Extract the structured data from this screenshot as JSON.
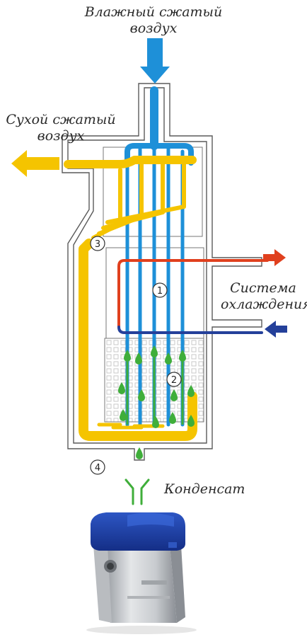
{
  "labels": {
    "wet_air_line1": "Влажный сжатый",
    "wet_air_line2": "воздух",
    "dry_air_line1": "Сухой сжатый",
    "dry_air_line2": "воздух",
    "cooling_line1": "Система",
    "cooling_line2": "охлаждения",
    "condensate": "Конденсат"
  },
  "markers": [
    "1",
    "2",
    "3",
    "4"
  ],
  "colors": {
    "wet_air": "#1e90d8",
    "dry_air": "#f5c400",
    "cooling_hot": "#e0401e",
    "cooling_cold": "#24409a",
    "condensate": "#3fae3a",
    "outline": "#5a5a5a"
  }
}
